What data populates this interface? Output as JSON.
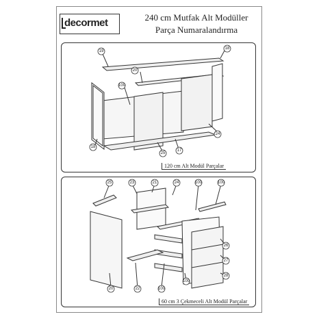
{
  "header": {
    "logo_text": "decormet",
    "title_line1": "240 cm Mutfak Alt Modüller",
    "title_line2": "Parça Numaralandırma"
  },
  "panels": [
    {
      "caption": "120 cm Alt Modül Parçalar",
      "callouts": [
        "19",
        "18",
        "20",
        "100",
        "18",
        "24",
        "25",
        "17"
      ]
    },
    {
      "caption": "60 cm 3 Çekmeceli Alt Modül Parçalar",
      "callouts": [
        "25",
        "23",
        "21",
        "24",
        "100",
        "100",
        "26",
        "27",
        "28",
        "20",
        "22",
        "100",
        "100"
      ]
    }
  ]
}
